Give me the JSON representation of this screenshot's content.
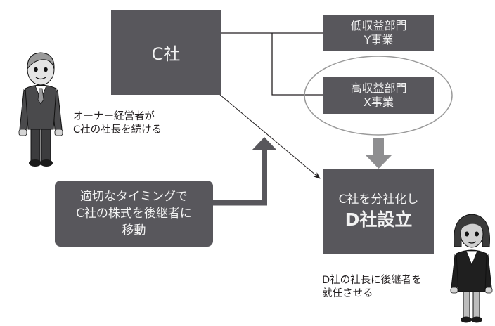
{
  "company_c": {
    "label": "C社"
  },
  "division_low": {
    "line1": "低収益部門",
    "line2": "Y事業"
  },
  "division_high": {
    "line1": "高収益部門",
    "line2": "X事業"
  },
  "company_d": {
    "line1": "C社を分社化し",
    "line2": "D社設立"
  },
  "share_transfer": {
    "line1": "適切なタイミングで",
    "line2": "C社の株式を後継者に",
    "line3": "移動"
  },
  "owner_caption": {
    "line1": "オーナー経営者が",
    "line2": "C社の社長を続ける"
  },
  "successor_caption": {
    "line1": "D社の社長に後継者を",
    "line2": "就任させる"
  },
  "figures": {
    "owner": "businessman-icon",
    "successor": "businesswoman-icon"
  },
  "colors": {
    "box_fill": "#58575c",
    "box_text": "#f2f2f2",
    "ellipse_stroke": "#9a9a9a",
    "split_arrow": "#8e8e90",
    "connector": "#231f20"
  }
}
